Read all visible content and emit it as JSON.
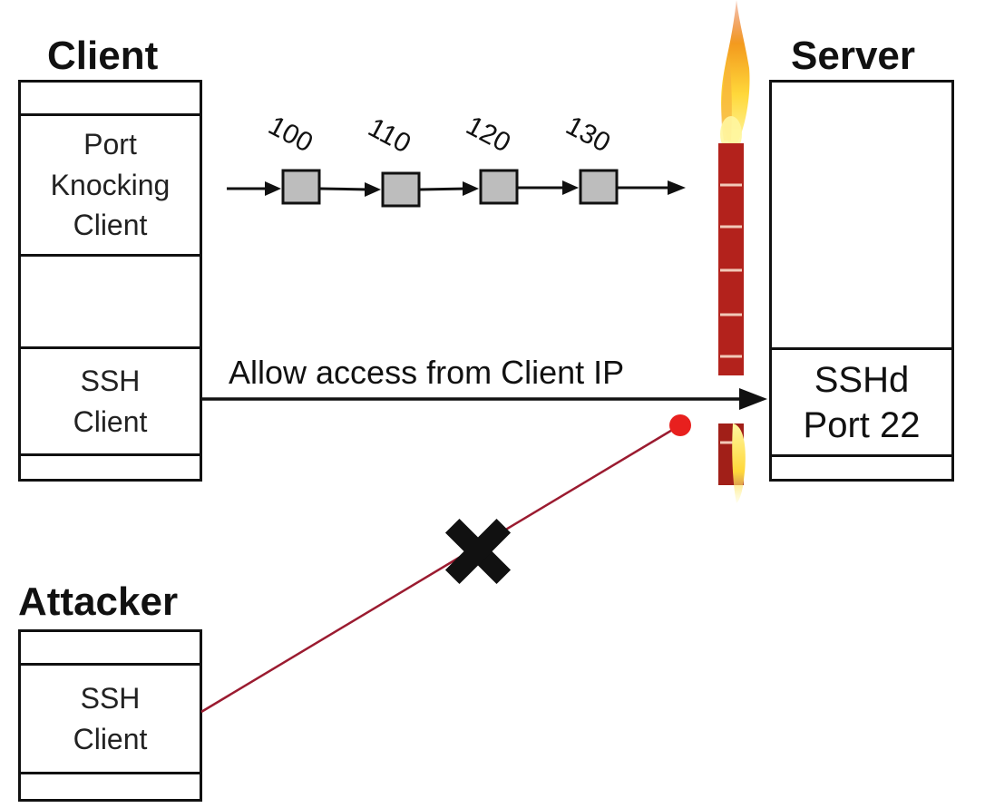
{
  "headings": {
    "client": "Client",
    "server": "Server",
    "attacker": "Attacker"
  },
  "client_box": {
    "sections": [
      "",
      "Port\nKnocking\nClient",
      "",
      "SSH\nClient",
      ""
    ],
    "port_knocking_lines": [
      "Port",
      "Knocking",
      "Client"
    ],
    "ssh_lines": [
      "SSH",
      "Client"
    ]
  },
  "server_box": {
    "ssh_lines": [
      "SSHd",
      "Port 22"
    ]
  },
  "attacker_box": {
    "ssh_lines": [
      "SSH",
      "Client"
    ]
  },
  "knock_sequence": {
    "ports": [
      "100",
      "110",
      "120",
      "130"
    ]
  },
  "connections": {
    "allowed_label": "Allow access from Client IP",
    "blocked_marker": "blocked-x"
  },
  "colors": {
    "firewall_brick": "#b3221c",
    "firewall_mortar": "#f2c9b8",
    "flame_yellow": "#ffe45a",
    "flame_orange": "#f39a1e",
    "attacker_line": "#9b1b30",
    "blocked_dot": "#e8201e",
    "packet_fill": "#bdbdbd"
  }
}
